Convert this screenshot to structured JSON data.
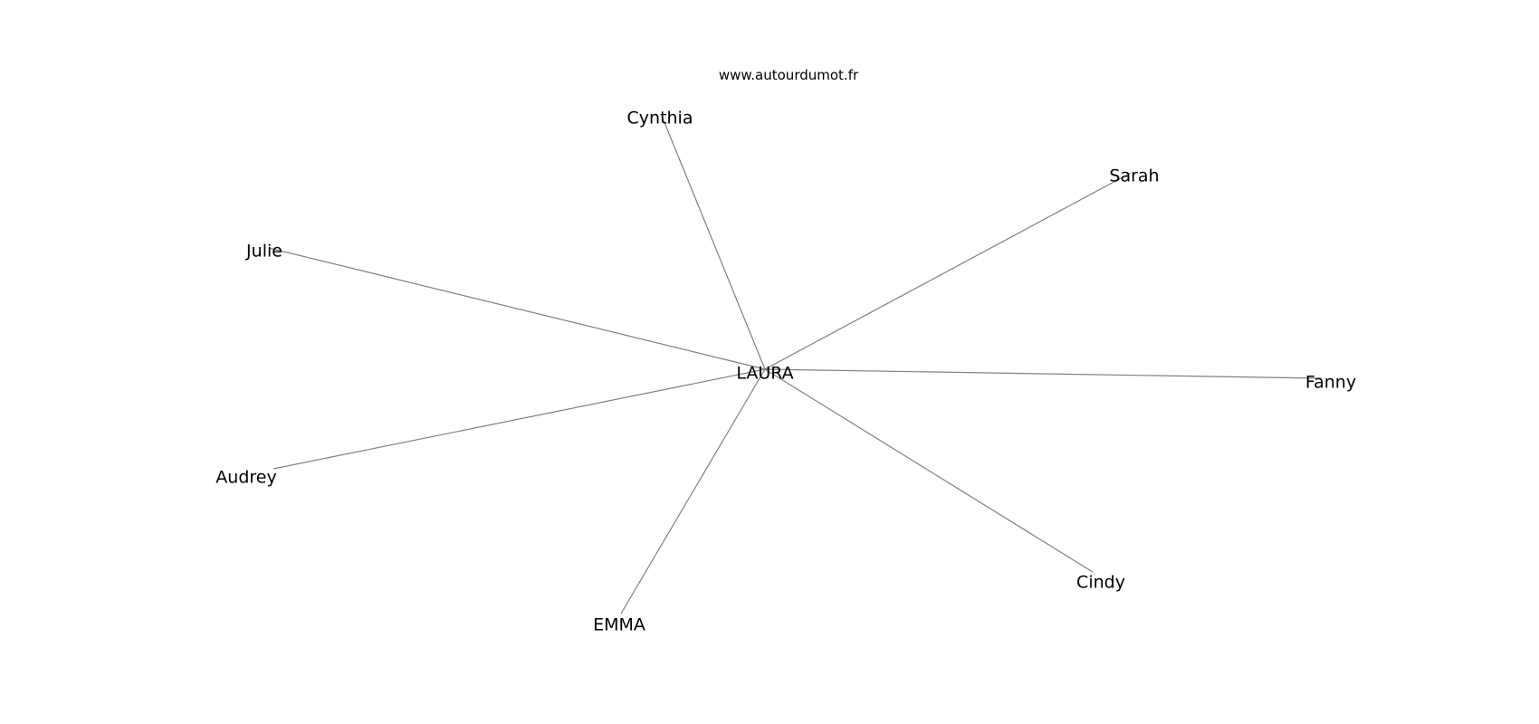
{
  "credit": "www.autourdumot.fr",
  "graph": {
    "center": "LAURA",
    "nodes": [
      "Cynthia",
      "Sarah",
      "Julie",
      "Fanny",
      "Audrey",
      "Cindy",
      "EMMA"
    ],
    "edges": [
      [
        "LAURA",
        "Cynthia"
      ],
      [
        "LAURA",
        "Sarah"
      ],
      [
        "LAURA",
        "Julie"
      ],
      [
        "LAURA",
        "Fanny"
      ],
      [
        "LAURA",
        "Audrey"
      ],
      [
        "LAURA",
        "Cindy"
      ],
      [
        "LAURA",
        "EMMA"
      ]
    ]
  }
}
